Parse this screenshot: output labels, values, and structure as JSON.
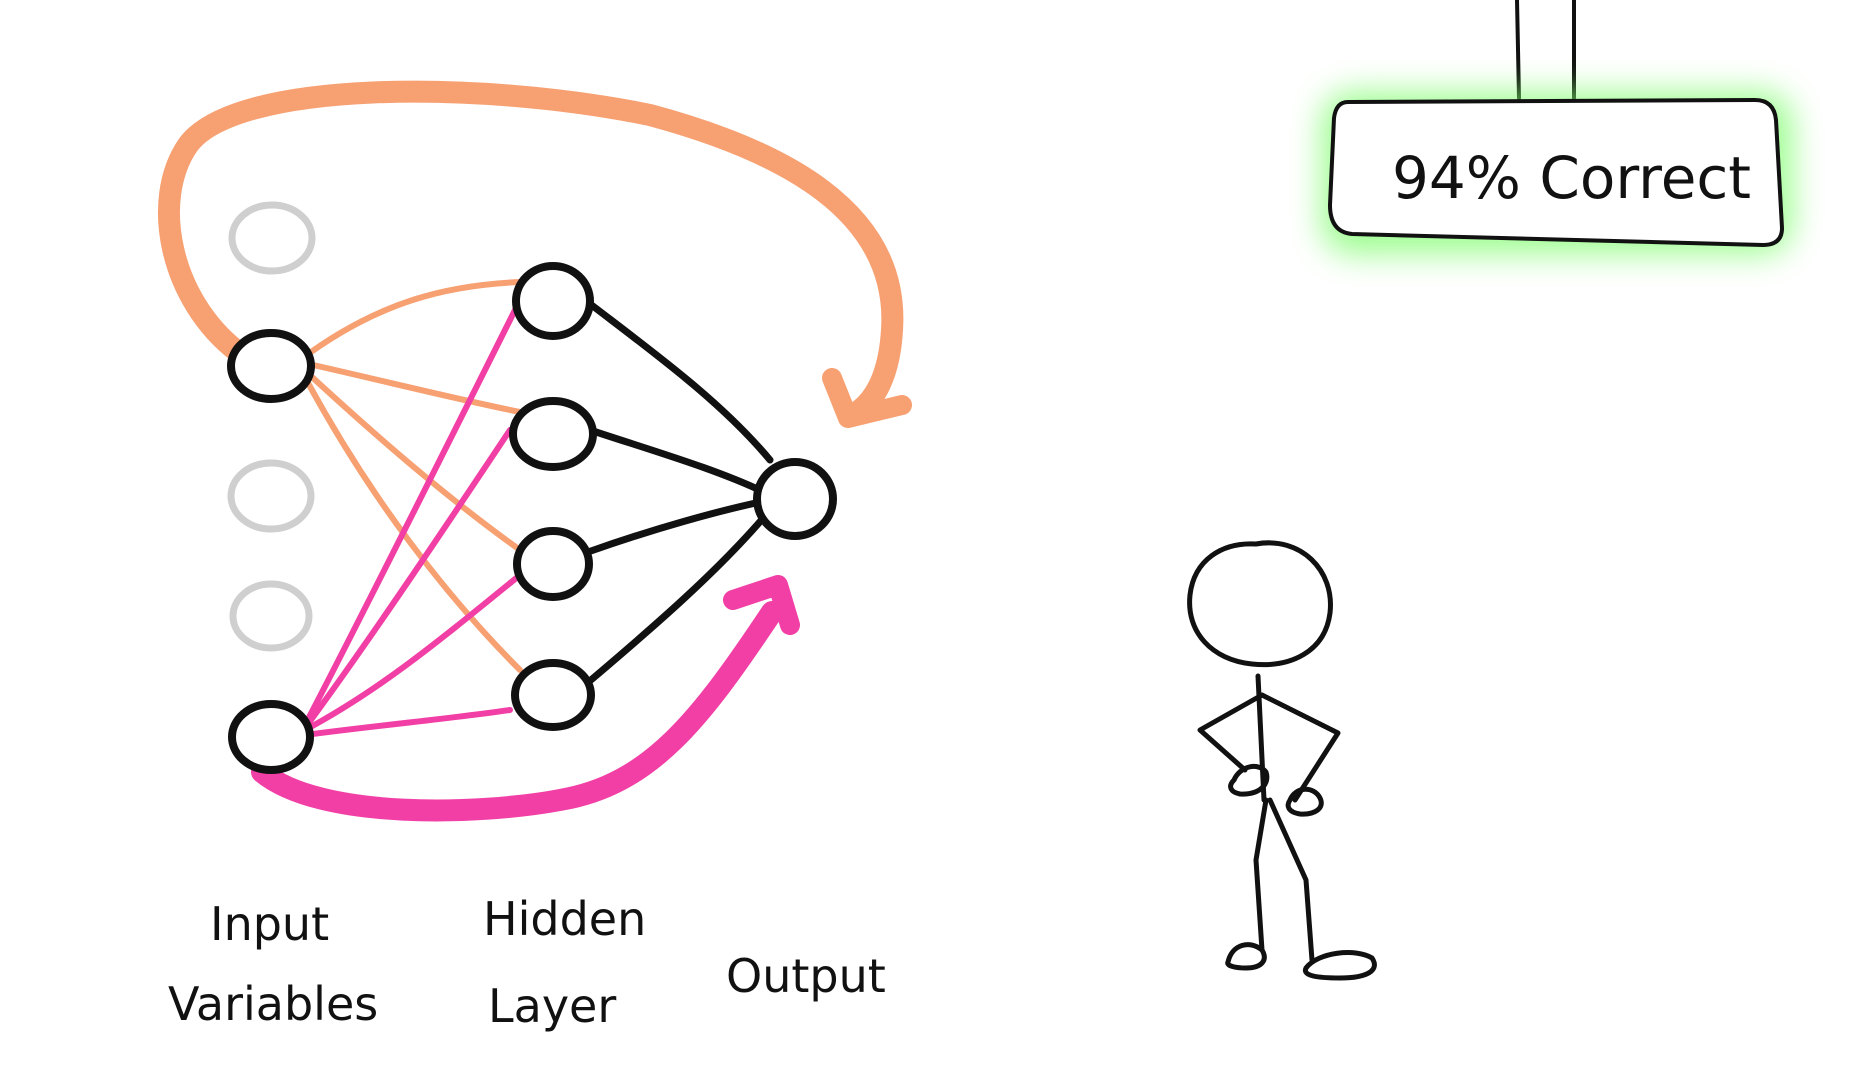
{
  "labels": {
    "input_line1": "Input",
    "input_line2": "Variables",
    "hidden_line1": "Hidden",
    "hidden_line2": "Layer",
    "output": "Output"
  },
  "sign": {
    "text": "94% Correct",
    "glow_color": "#7CFC6A"
  },
  "colors": {
    "ink": "#111111",
    "orange": "#F7A072",
    "pink": "#F13FA6",
    "inactive_node": "#CFCFCF",
    "background": "#FFFFFF"
  },
  "network": {
    "input_nodes": 5,
    "active_input_nodes": [
      2,
      5
    ],
    "hidden_nodes": 4,
    "output_nodes": 1
  },
  "icons": [
    "stick-figure-icon",
    "curved-arrow-icon"
  ]
}
